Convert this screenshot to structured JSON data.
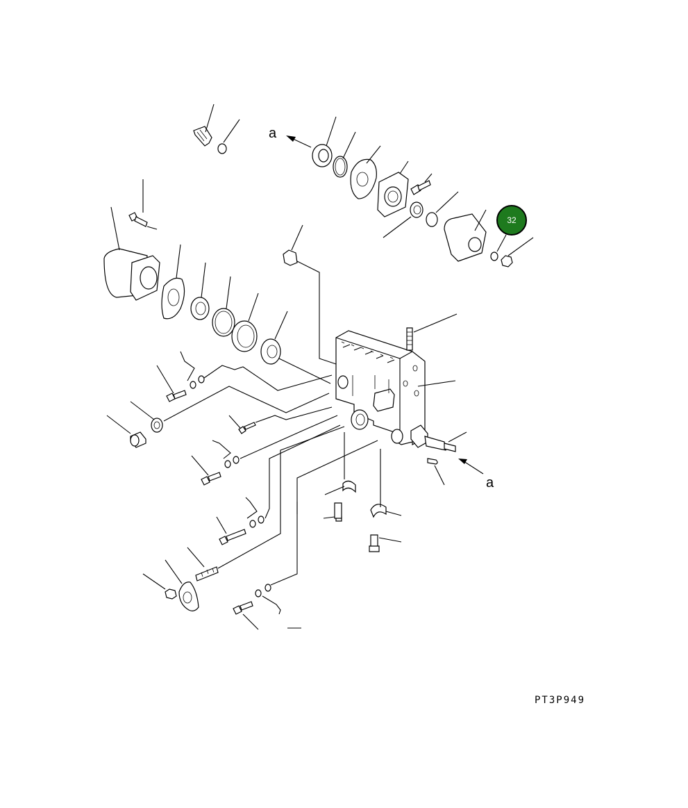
{
  "diagram": {
    "callout_letter_top": "a",
    "callout_letter_right": "a",
    "drawing_code": "PT3P949",
    "highlighted_part": {
      "label": "32",
      "color": "#1e7a1e"
    }
  }
}
